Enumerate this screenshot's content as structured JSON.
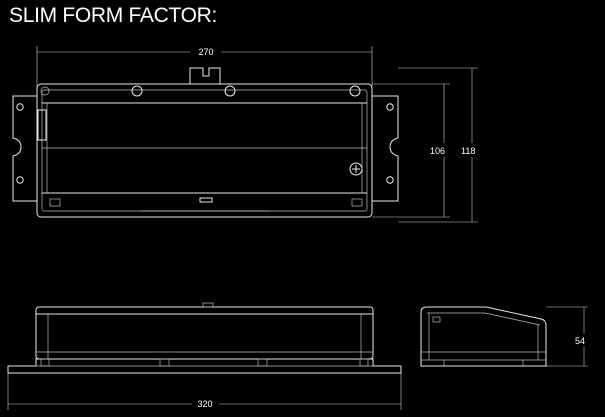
{
  "title": "SLIM FORM FACTOR:",
  "dimensions": {
    "top_width": "270",
    "inner_height": "106",
    "outer_height": "118",
    "bottom_width": "320",
    "side_height": "54"
  }
}
